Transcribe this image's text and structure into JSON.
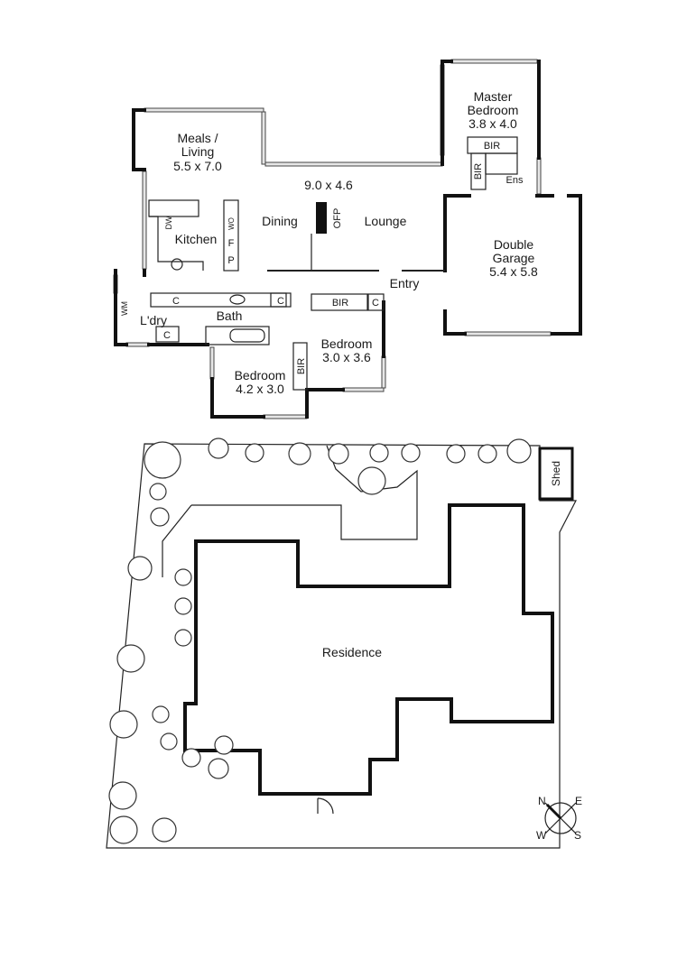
{
  "floor_plan": {
    "rooms": {
      "meals_living": {
        "name_line1": "Meals /",
        "name_line2": "Living",
        "size": "5.5 x 7.0"
      },
      "dining": {
        "name": "Dining"
      },
      "lounge": {
        "name": "Lounge"
      },
      "living_size": {
        "size": "9.0 x 4.6"
      },
      "kitchen": {
        "name": "Kitchen"
      },
      "master_bedroom": {
        "name_line1": "Master",
        "name_line2": "Bedroom",
        "size": "3.8 x 4.0"
      },
      "double_garage": {
        "name_line1": "Double",
        "name_line2": "Garage",
        "size": "5.4 x 5.8"
      },
      "entry": {
        "name": "Entry"
      },
      "bath": {
        "name": "Bath"
      },
      "laundry": {
        "name": "L'dry"
      },
      "bedroom2": {
        "name": "Bedroom",
        "size": "3.0 x 3.6"
      },
      "bedroom3": {
        "name": "Bedroom",
        "size": "4.2 x 3.0"
      },
      "ensuite": {
        "name": "Ens"
      }
    },
    "fixtures": {
      "ofp": "OFP",
      "dw": "DW",
      "wo": "WO",
      "fridge": "F",
      "pantry": "P",
      "wm": "WM",
      "bir": "BIR",
      "cupboard": "C"
    }
  },
  "site_plan": {
    "residence": "Residence",
    "shed": "Shed"
  },
  "compass": {
    "n": "N",
    "e": "E",
    "s": "S",
    "w": "W"
  }
}
